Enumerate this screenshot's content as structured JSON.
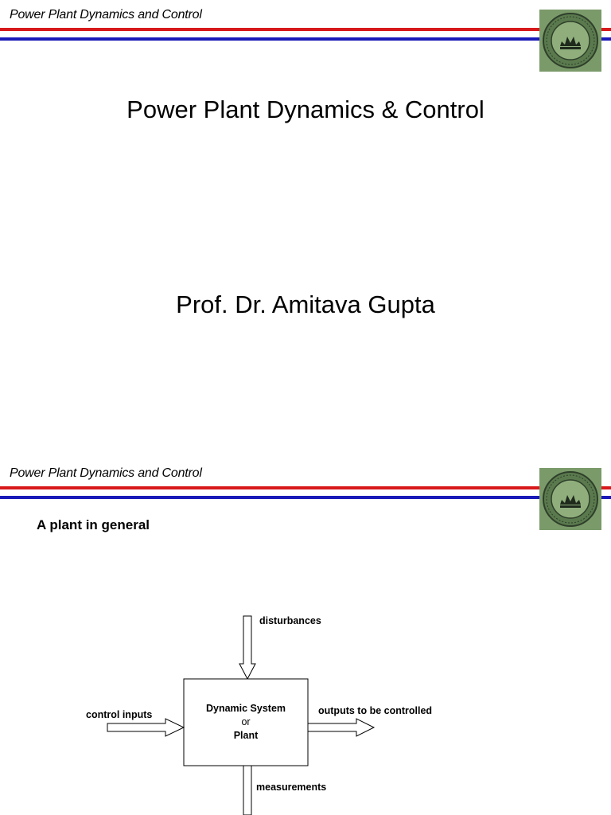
{
  "slide1": {
    "header_title": "Power Plant Dynamics and Control",
    "title": "Power Plant Dynamics & Control",
    "author": "Prof. Dr. Amitava Gupta"
  },
  "slide2": {
    "header_title": "Power Plant Dynamics and Control",
    "heading": "A plant in general",
    "diagram": {
      "disturbances": "disturbances",
      "control_inputs": "control inputs",
      "outputs": "outputs to be controlled",
      "measurements": "measurements",
      "box_line1": "Dynamic System",
      "box_line2": "or",
      "box_line3": "Plant"
    }
  },
  "colors": {
    "rule_red": "#d8191c",
    "rule_blue": "#1a1ab8",
    "logo_green": "#7a9a6a"
  },
  "icons": {
    "logo": "university-seal-icon"
  }
}
